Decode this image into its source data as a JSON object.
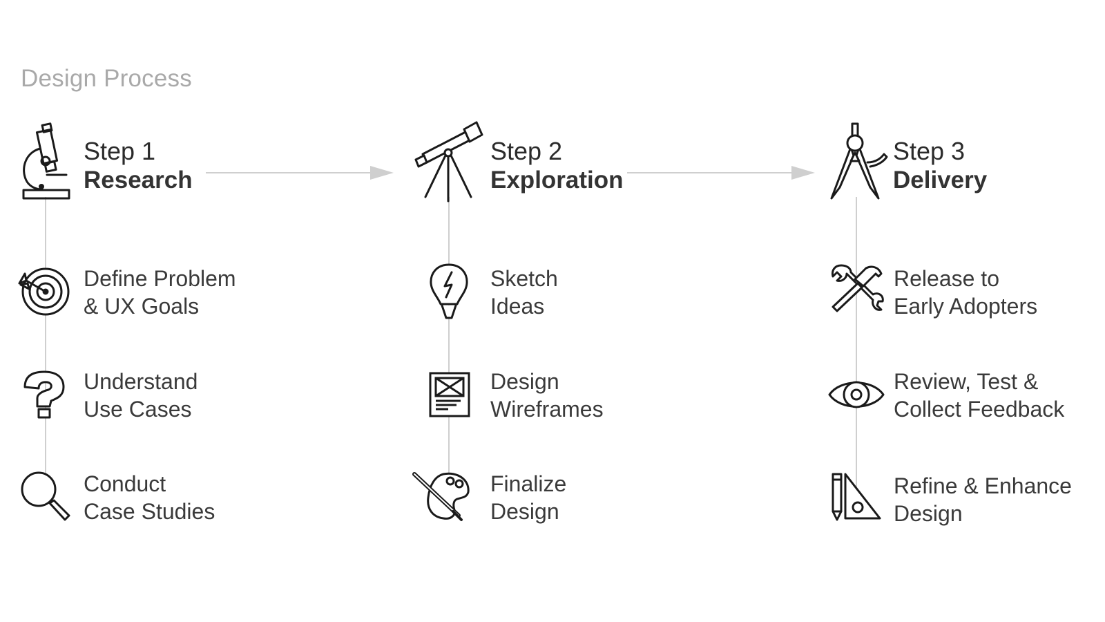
{
  "title": "Design Process",
  "colors": {
    "connector": "#cfcfcf",
    "icon": "#1a1a1a",
    "title": "#a9a9a9"
  },
  "steps": [
    {
      "num": "Step 1",
      "name": "Research",
      "icon": "microscope-icon",
      "tasks": [
        {
          "l1": "Define Problem",
          "l2": "& UX Goals",
          "icon": "target-icon"
        },
        {
          "l1": "Understand",
          "l2": "Use Cases",
          "icon": "question-mark-icon"
        },
        {
          "l1": "Conduct",
          "l2": "Case Studies",
          "icon": "magnifier-icon"
        }
      ]
    },
    {
      "num": "Step 2",
      "name": "Exploration",
      "icon": "telescope-icon",
      "tasks": [
        {
          "l1": "Sketch",
          "l2": "Ideas",
          "icon": "lightbulb-icon"
        },
        {
          "l1": "Design",
          "l2": "Wireframes",
          "icon": "wireframe-icon"
        },
        {
          "l1": "Finalize",
          "l2": "Design",
          "icon": "palette-icon"
        }
      ]
    },
    {
      "num": "Step 3",
      "name": "Delivery",
      "icon": "compass-icon",
      "tasks": [
        {
          "l1": "Release to",
          "l2": "Early Adopters",
          "icon": "tools-icon"
        },
        {
          "l1": "Review, Test &",
          "l2": "Collect Feedback",
          "icon": "eye-icon"
        },
        {
          "l1": "Refine & Enhance",
          "l2": "Design",
          "icon": "pencil-triangle-icon"
        }
      ]
    }
  ]
}
